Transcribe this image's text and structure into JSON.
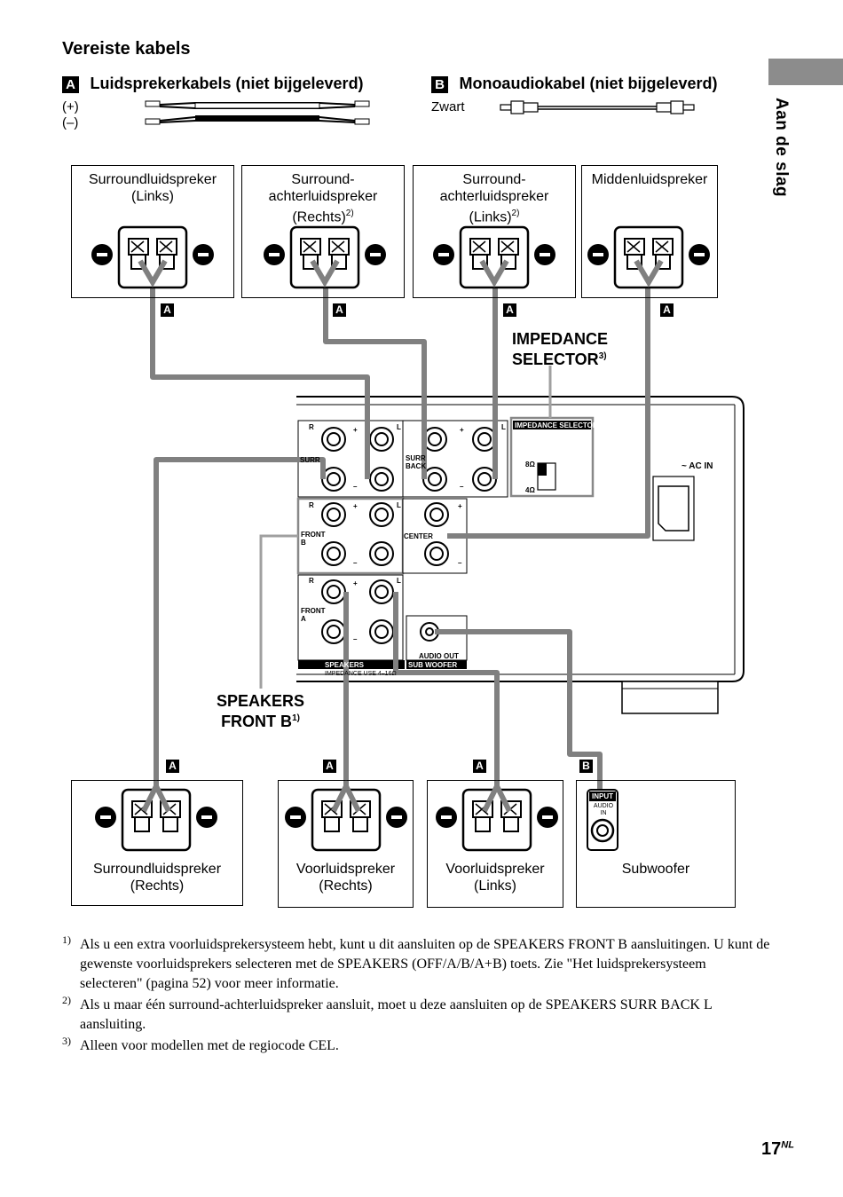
{
  "heading": "Vereiste kabels",
  "side_tab": "Aan de slag",
  "cables": {
    "a": {
      "badge": "A",
      "title": "Luidsprekerkabels (niet bijgeleverd)",
      "plus": "(+)",
      "minus": "(–)"
    },
    "b": {
      "badge": "B",
      "title": "Monoaudiokabel (niet bijgeleverd)",
      "color_label": "Zwart"
    }
  },
  "speakers_top": [
    {
      "line1": "Surroundluidspreker",
      "line2": "(Links)",
      "line3": "",
      "note": "",
      "cable": "A"
    },
    {
      "line1": "Surround-",
      "line2": "achterluidspreker",
      "line3": "(Rechts)",
      "note": "2)",
      "cable": "A"
    },
    {
      "line1": "Surround-",
      "line2": "achterluidspreker",
      "line3": "(Links)",
      "note": "2)",
      "cable": "A"
    },
    {
      "line1": "Middenluidspreker",
      "line2": "",
      "line3": "",
      "note": "",
      "cable": "A"
    }
  ],
  "speakers_bottom": [
    {
      "line1": "Surroundluidspreker",
      "line2": "(Rechts)",
      "cable": "A"
    },
    {
      "line1": "Voorluidspreker",
      "line2": "(Rechts)",
      "cable": "A"
    },
    {
      "line1": "Voorluidspreker",
      "line2": "(Links)",
      "cable": "A"
    },
    {
      "line1": "Subwoofer",
      "line2": "",
      "cable": "B",
      "input_label": "INPUT",
      "audio_in": "AUDIO IN"
    }
  ],
  "callouts": {
    "impedance_line1": "IMPEDANCE",
    "impedance_line2": "SELECTOR",
    "impedance_note": "3)",
    "front_b_line1": "SPEAKERS",
    "front_b_line2": "FRONT B",
    "front_b_note": "1)"
  },
  "panel": {
    "impedance_selector": "IMPEDANCE SELECTOR",
    "ohm8": "8Ω",
    "ohm4": "4Ω",
    "ac_in": "~ AC IN",
    "speakers": "SPEAKERS",
    "sub_woofer": "SUB WOOFER",
    "audio_out": "AUDIO OUT",
    "impedance_use": "IMPEDANCE USE 4–16Ω",
    "surr": "SURR",
    "surr_back": "SURR BACK",
    "front_b": "FRONT B",
    "front_a": "FRONT A",
    "center": "CENTER",
    "r": "R",
    "l": "L",
    "plus": "+",
    "minus": "–"
  },
  "footnotes": [
    {
      "num": "1)",
      "text": "Als u een extra voorluidsprekersysteem hebt, kunt u dit aansluiten op de SPEAKERS FRONT B aansluitingen. U kunt de gewenste voorluidsprekers selecteren met de SPEAKERS (OFF/A/B/A+B) toets. Zie \"Het luidsprekersysteem selecteren\" (pagina 52) voor meer informatie."
    },
    {
      "num": "2)",
      "text": "Als u maar één surround-achterluidspreker aansluit, moet u deze aansluiten op de SPEAKERS SURR BACK L aansluiting."
    },
    {
      "num": "3)",
      "text": "Alleen voor modellen met de regiocode CEL."
    }
  ],
  "page": {
    "number": "17",
    "suffix": "NL"
  }
}
